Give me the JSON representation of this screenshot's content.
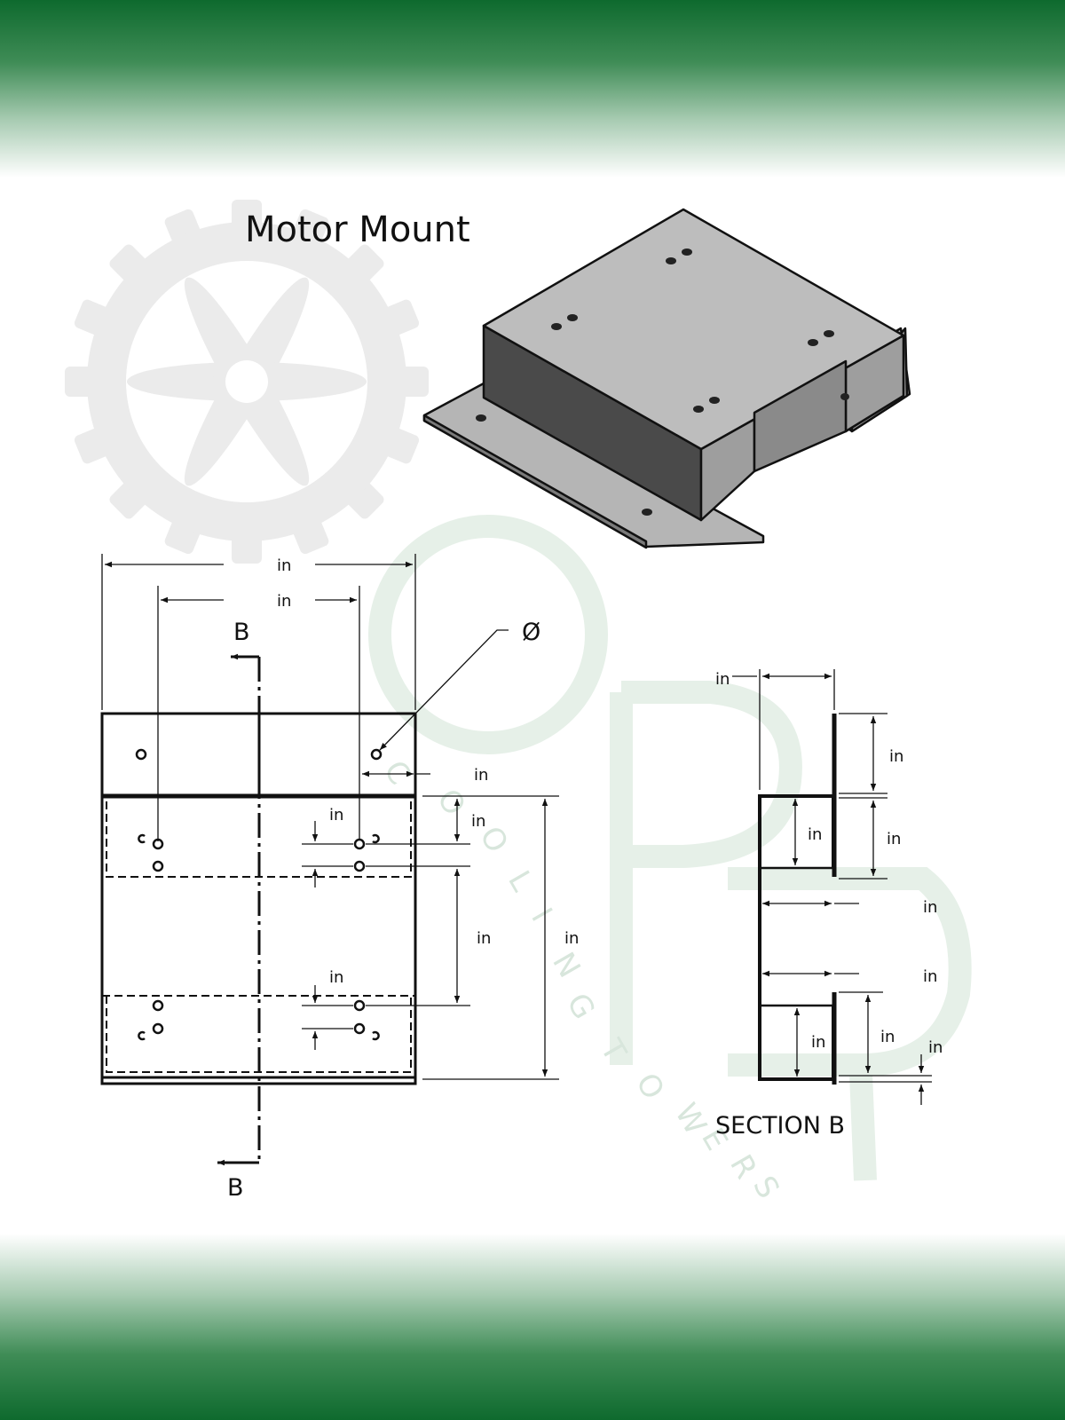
{
  "title": "Motor Mount",
  "watermark": {
    "text": "COOLING TOWERS",
    "letters": [
      "C",
      "O",
      "O",
      "L",
      "I",
      "N",
      "G",
      "T",
      "O",
      "W",
      "E",
      "R",
      "S"
    ]
  },
  "colors": {
    "band": "#0e6a2e",
    "watermark_gear": "#ebebeb",
    "watermark_logo": "#e6f0e8",
    "part_top": "#bdbdbd",
    "part_side_dark": "#4a4a4a",
    "part_side_mid": "#a8a8a8"
  },
  "plan_view": {
    "section_marker_top": "B",
    "section_marker_bottom": "B",
    "diameter_symbol": "Ø",
    "dims": [
      "in",
      "in",
      "in",
      "in",
      "in",
      "in",
      "in",
      "in"
    ]
  },
  "section_view": {
    "label": "SECTION B",
    "dims": [
      "in",
      "in",
      "in",
      "in",
      "in",
      "in",
      "in",
      "in",
      "in"
    ]
  }
}
